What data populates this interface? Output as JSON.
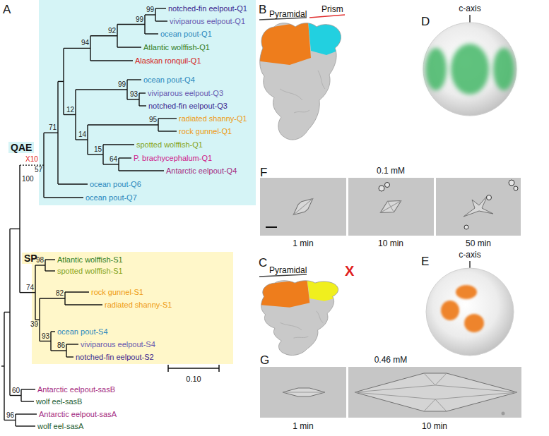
{
  "diagram": {
    "nodes": [
      {
        "text": [
          "QAE"
        ]
      },
      {
        "text": [
          "SP"
        ]
      }
    ],
    "labels": [
      "A",
      "notched-fin eelpout-Q1",
      "viviparous eelpout-Q1",
      "ocean pout-Q1",
      "Atlantic wolffish-Q1",
      "Alaskan ronquil-Q1",
      "ocean pout-Q4",
      "viviparous eelpout-Q3",
      "notched-fin eelpout-Q3",
      "radiated shanny-Q1",
      "rock gunnel-Q1",
      "spotted wolffish-Q1",
      "P. brachycephalum-Q1",
      "Antarctic eelpout-Q4",
      "ocean pout-Q6",
      "ocean pout-Q7",
      "Atlantic wolffish-S1",
      "spotted wolffish-S1",
      "rock gunnel-S1",
      "radiated shanny-S1",
      "ocean pout-S4",
      "viviparous eelpout-S4",
      "notched-fin eelpout-S2",
      "Antarctic eelpout-sasB",
      "wolf eel-sasB",
      "Antarctic eelpout-sasA",
      "wolf eel-sasA",
      "99",
      "99",
      "92",
      "94",
      "12",
      "99",
      "93",
      "95",
      "14",
      "15",
      "64",
      "71",
      "57",
      "X10",
      "100",
      "98",
      "74",
      "82",
      "39",
      "93",
      "86",
      "0.10",
      "60",
      "96",
      "B",
      "Pyramidal",
      "Prism",
      "D",
      "c-axis",
      "F",
      "0.1 mM",
      "1 min",
      "10 min",
      "50 min",
      "C",
      "Pyramidal",
      "X",
      "E",
      "c-axis",
      "G",
      "0.46 mM",
      "1 min",
      "10 min"
    ]
  }
}
